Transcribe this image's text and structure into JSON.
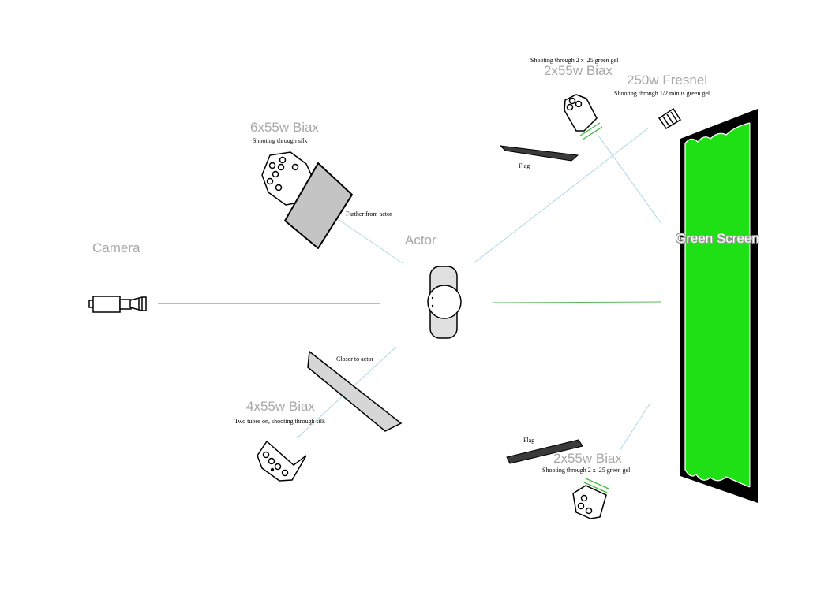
{
  "colors": {
    "screen_green": "#1ee014",
    "camera_line": "#e04848",
    "light_beam": "#a8d8ec",
    "screen_line": "#5ab85a",
    "gel_green": "#3cb83c",
    "label_gray": "#a8a8a8"
  },
  "labels": {
    "camera": "Camera",
    "actor": "Actor",
    "green_screen": "Green Screen",
    "key_light": "6x55w Biax",
    "key_note": "Shooting through silk",
    "key_distance_note": "Farther from actor",
    "fill_light": "4x55w Biax",
    "fill_note": "Two tubes on, shooting through silk",
    "fill_distance_note": "Closer to actor",
    "screen_top_light": "2x55w Biax",
    "screen_top_note": "Shooting through 2 x .25 green gel",
    "fresnel_light": "250w Fresnel",
    "fresnel_note": "Shooting through 1/2 minus green gel",
    "screen_bottom_light": "2x55w Biax",
    "screen_bottom_note": "Shooting through 2 x .25 green gel",
    "flag_top": "Flag",
    "flag_bottom": "Flag"
  }
}
